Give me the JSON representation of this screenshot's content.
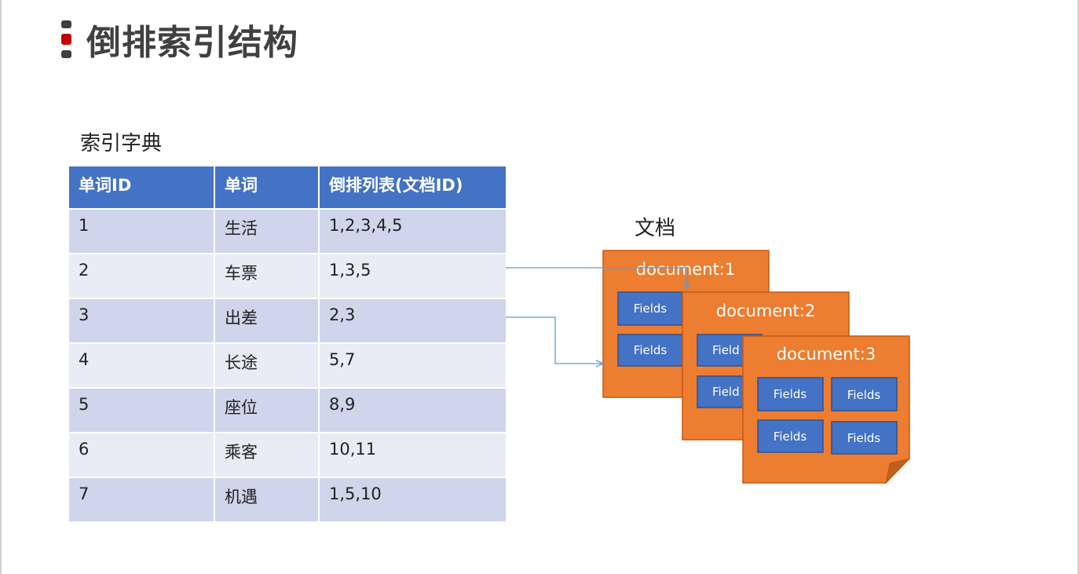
{
  "page": {
    "title": "倒排索引结构",
    "dict_caption": "索引字典",
    "docs_caption": "文档"
  },
  "table": {
    "headers": [
      "单词ID",
      "单词",
      "倒排列表(文档ID)"
    ],
    "rows": [
      [
        "1",
        "生活",
        "1,2,3,4,5"
      ],
      [
        "2",
        "车票",
        "1,3,5"
      ],
      [
        "3",
        "出差",
        "2,3"
      ],
      [
        "4",
        "长途",
        "5,7"
      ],
      [
        "5",
        "座位",
        "8,9"
      ],
      [
        "6",
        "乘客",
        "10,11"
      ],
      [
        "7",
        "机遇",
        "1,5,10"
      ]
    ]
  },
  "documents": [
    {
      "label": "document:1",
      "fields": [
        "Fields",
        "Fields"
      ]
    },
    {
      "label": "document:2",
      "fields": [
        "Field",
        "Field"
      ]
    },
    {
      "label": "document:3",
      "fields": [
        "Fields",
        "Fields",
        "Fields",
        "Fields"
      ]
    }
  ],
  "colors": {
    "title_text": "#404040",
    "marker_accent": "#c00000",
    "table_header": "#4472c4",
    "row_odd": "#cfd5ea",
    "row_even": "#e9ebf5",
    "doc_fill": "#ed7d31",
    "doc_border": "#c55a11",
    "field_fill": "#4472c4",
    "field_border": "#2f528f",
    "arrow": "#5b9bd5"
  }
}
